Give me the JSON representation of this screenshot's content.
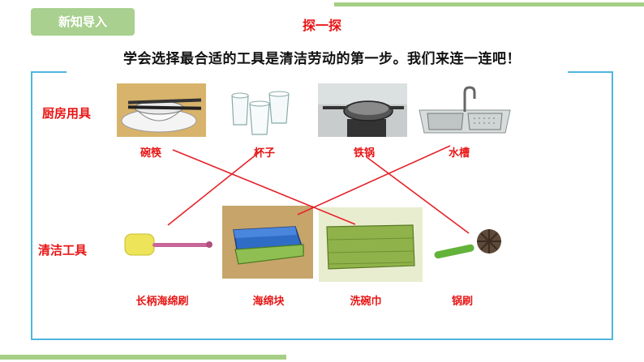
{
  "section_tag": "新知导入",
  "heading": "探一探",
  "intro": "学会选择最合适的工具是清洁劳动的第一步。我们来连一连吧！",
  "categories": {
    "kitchen": "厨房用具",
    "cleaning": "清洁工具"
  },
  "kitchen_items": [
    "碗筷",
    "杯子",
    "铁锅",
    "水槽"
  ],
  "cleaning_items": [
    "长柄海绵刷",
    "海绵块",
    "洗碗巾",
    "锅刷"
  ],
  "matches": [
    {
      "kitchen": "碗筷",
      "cleaning": "洗碗巾"
    },
    {
      "kitchen": "杯子",
      "cleaning": "长柄海绵刷"
    },
    {
      "kitchen": "铁锅",
      "cleaning": "锅刷"
    },
    {
      "kitchen": "水槽",
      "cleaning": "海绵块"
    }
  ],
  "colors": {
    "accent_green": "#a9d08e",
    "label_red": "#e81414",
    "frame_blue": "#4fb6dc"
  }
}
